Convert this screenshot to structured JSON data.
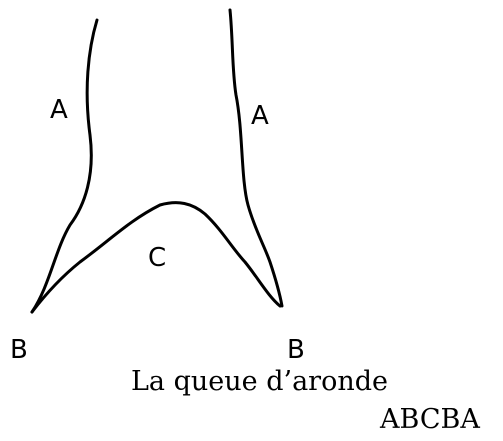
{
  "diagram": {
    "labels": {
      "a_left": "A",
      "a_right": "A",
      "c": "C",
      "b_left": "B",
      "b_right": "B"
    },
    "caption": "La queue d’aronde",
    "sequence": "ABCBA",
    "stroke_color": "#000000"
  }
}
